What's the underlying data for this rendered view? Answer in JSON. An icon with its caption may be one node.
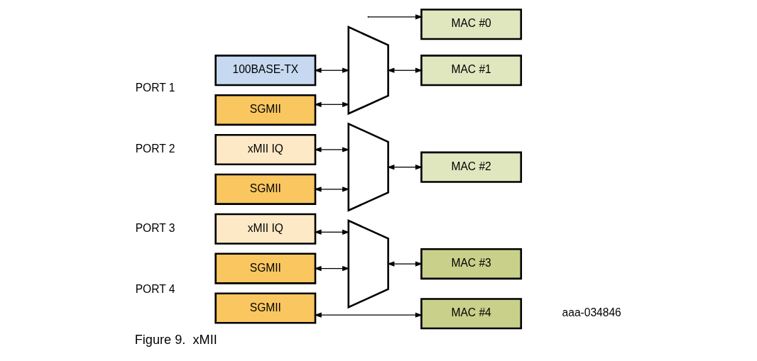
{
  "diagram": {
    "caption": "Figure 9.  xMII",
    "nodes": [
      {
        "text": [
          "100BASE-TX"
        ]
      },
      {
        "text": [
          "SGMII"
        ]
      },
      {
        "text": [],
        "shape": "trapezoid"
      },
      {
        "text": [
          "xMII IQ"
        ]
      },
      {
        "text": [
          "SGMII"
        ]
      },
      {
        "text": [],
        "shape": "trapezoid"
      },
      {
        "text": [
          "xMII IQ"
        ]
      },
      {
        "text": [
          "SGMII"
        ]
      },
      {
        "text": [],
        "shape": "trapezoid"
      },
      {
        "text": [
          "SGMII"
        ]
      },
      {
        "text": [
          "MAC #0"
        ]
      },
      {
        "text": [
          "MAC #1"
        ]
      },
      {
        "text": [
          "MAC #2"
        ]
      },
      {
        "text": [
          "MAC #3"
        ]
      },
      {
        "text": [
          "MAC #4"
        ]
      }
    ],
    "edges": [
      {
        "from": 0,
        "to": 2,
        "arrow": "both"
      },
      {
        "from": 1,
        "to": 2,
        "arrow": "both"
      },
      {
        "from": 3,
        "to": 5,
        "arrow": "both"
      },
      {
        "from": 4,
        "to": 5,
        "arrow": "both"
      },
      {
        "from": 6,
        "to": 8,
        "arrow": "both"
      },
      {
        "from": 7,
        "to": 8,
        "arrow": "both"
      },
      {
        "from": 2,
        "to": 11,
        "arrow": "both"
      },
      {
        "from": 5,
        "to": 12,
        "arrow": "both"
      },
      {
        "from": 8,
        "to": 13,
        "arrow": "both"
      },
      {
        "from": 9,
        "to": 14,
        "arrow": "both"
      },
      {
        "from": null,
        "to": 10,
        "arrow": "to"
      }
    ],
    "labels": [
      "PORT 1",
      "PORT 2",
      "PORT 3",
      "PORT 4",
      "aaa-034846"
    ]
  }
}
